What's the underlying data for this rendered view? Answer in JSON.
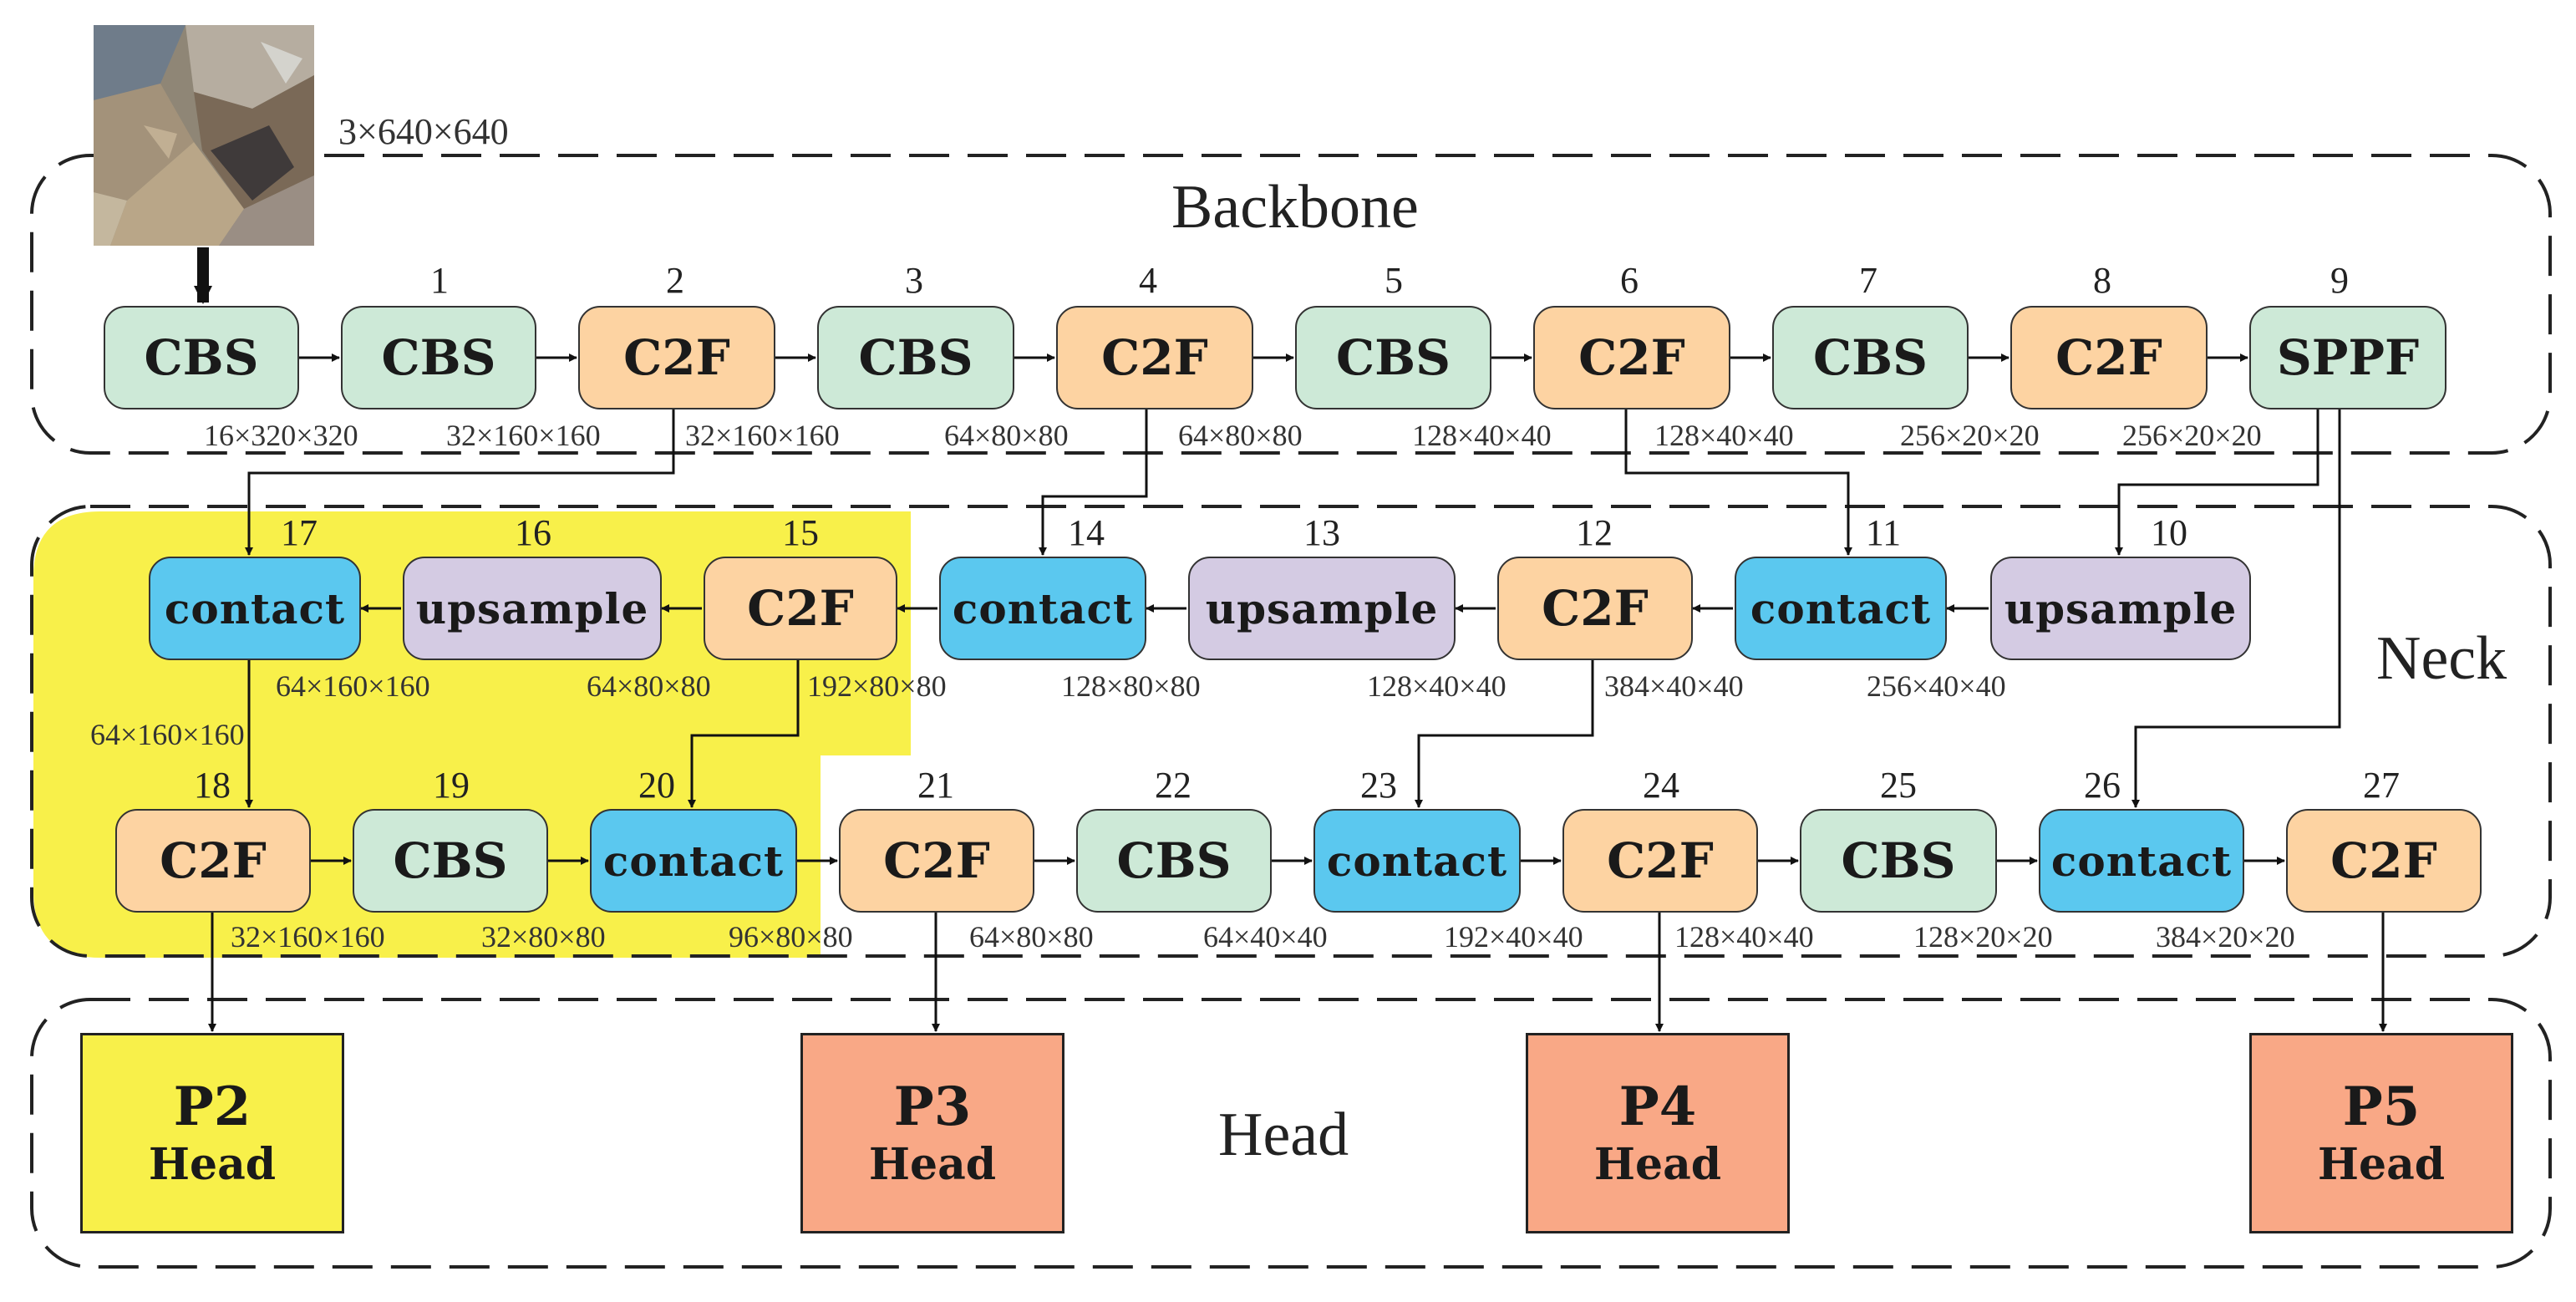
{
  "input": {
    "dims": "3×640×640"
  },
  "sections": {
    "backbone": "Backbone",
    "neck": "Neck",
    "head": "Head"
  },
  "colors": {
    "cbs": "#cde9d7",
    "c2f": "#fdd3a2",
    "contact": "#5bc8ef",
    "upsample": "#d4cbe3",
    "p2_head": "#f8f04a",
    "head": "#f9a886",
    "highlight": "#f8f04a"
  },
  "backbone": [
    {
      "index": "",
      "label": "CBS"
    },
    {
      "index": "1",
      "label": "CBS"
    },
    {
      "index": "2",
      "label": "C2F"
    },
    {
      "index": "3",
      "label": "CBS"
    },
    {
      "index": "4",
      "label": "C2F"
    },
    {
      "index": "5",
      "label": "CBS"
    },
    {
      "index": "6",
      "label": "C2F"
    },
    {
      "index": "7",
      "label": "CBS"
    },
    {
      "index": "8",
      "label": "C2F"
    },
    {
      "index": "9",
      "label": "SPPF"
    }
  ],
  "backbone_dims": [
    "16×320×320",
    "32×160×160",
    "32×160×160",
    "64×80×80",
    "64×80×80",
    "128×40×40",
    "128×40×40",
    "256×20×20",
    "256×20×20"
  ],
  "neck_top": [
    {
      "index": "17",
      "label": "contact"
    },
    {
      "index": "16",
      "label": "upsample"
    },
    {
      "index": "15",
      "label": "C2F"
    },
    {
      "index": "14",
      "label": "contact"
    },
    {
      "index": "13",
      "label": "upsample"
    },
    {
      "index": "12",
      "label": "C2F"
    },
    {
      "index": "11",
      "label": "contact"
    },
    {
      "index": "10",
      "label": "upsample"
    }
  ],
  "neck_top_dims": [
    "64×160×160",
    "64×80×80",
    "192×80×80",
    "128×80×80",
    "128×40×40",
    "384×40×40",
    "256×40×40"
  ],
  "neck_bottom": [
    {
      "index": "18",
      "label": "C2F"
    },
    {
      "index": "19",
      "label": "CBS"
    },
    {
      "index": "20",
      "label": "contact"
    },
    {
      "index": "21",
      "label": "C2F"
    },
    {
      "index": "22",
      "label": "CBS"
    },
    {
      "index": "23",
      "label": "contact"
    },
    {
      "index": "24",
      "label": "C2F"
    },
    {
      "index": "25",
      "label": "CBS"
    },
    {
      "index": "26",
      "label": "contact"
    },
    {
      "index": "27",
      "label": "C2F"
    }
  ],
  "neck_bottom_dims": [
    "32×160×160",
    "32×80×80",
    "96×80×80",
    "64×80×80",
    "64×40×40",
    "192×40×40",
    "128×40×40",
    "128×20×20",
    "384×20×20"
  ],
  "vertical_dim": "64×160×160",
  "heads": [
    {
      "title": "P2",
      "subtitle": "Head"
    },
    {
      "title": "P3",
      "subtitle": "Head"
    },
    {
      "title": "P4",
      "subtitle": "Head"
    },
    {
      "title": "P5",
      "subtitle": "Head"
    }
  ]
}
